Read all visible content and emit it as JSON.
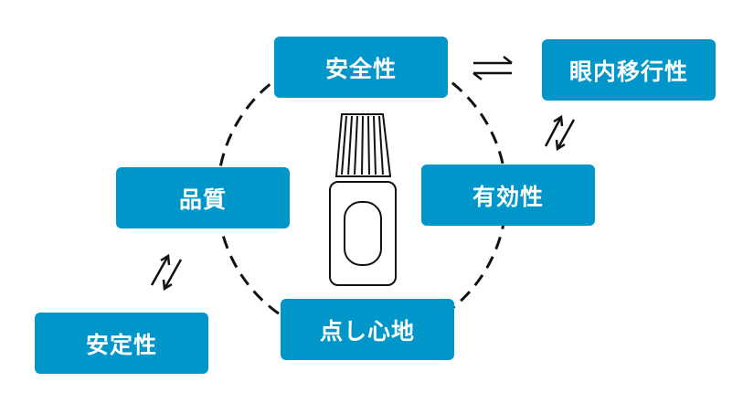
{
  "boxes": {
    "safety": "安全性",
    "intraocular": "眼内移行性",
    "efficacy": "有効性",
    "quality": "品質",
    "instillation_feel": "点し心地",
    "stability": "安定性"
  },
  "colors": {
    "box_fill": "#0096c9",
    "box_text": "#ffffff",
    "dashed_circle": "#111111",
    "arrows": "#111111",
    "bottle_outline": "#111111"
  },
  "icons": {
    "center": "eye-drop-bottle-icon",
    "exchange_arrows": "bidirectional-arrows-icon"
  }
}
